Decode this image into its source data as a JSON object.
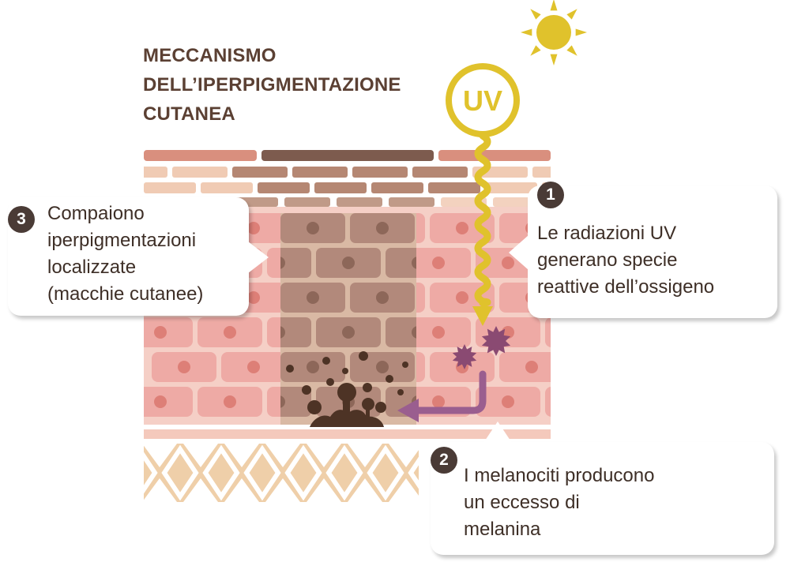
{
  "title": {
    "lines": [
      "MECCANISMO",
      "DELL’IPERPIGMENTAZIONE",
      "CUTANEA"
    ]
  },
  "uv_label": "UV",
  "callouts": [
    {
      "number": "1",
      "lines": [
        "Le radiazioni UV",
        "generano specie",
        "reattive dell’ossigeno"
      ]
    },
    {
      "number": "2",
      "lines": [
        "I melanociti producono",
        "un eccesso di",
        "melanina"
      ]
    },
    {
      "number": "3",
      "lines": [
        "Compaiono",
        "iperpigmentazioni",
        "localizzate",
        "(macchie cutanee)"
      ]
    }
  ],
  "colors": {
    "title": "#5b4033",
    "uv_yellow": "#e0c22c",
    "skin_cell": "#eeaaa5",
    "skin_nucleus": "#dd7f77",
    "pigmented_cell": "#b2897b",
    "pigment_nucleus": "#8d6759",
    "melanin": "#4d3325",
    "ros_purple": "#8a4a72",
    "arrow_purple": "#9a5e8f",
    "badge": "#4a3b36"
  }
}
